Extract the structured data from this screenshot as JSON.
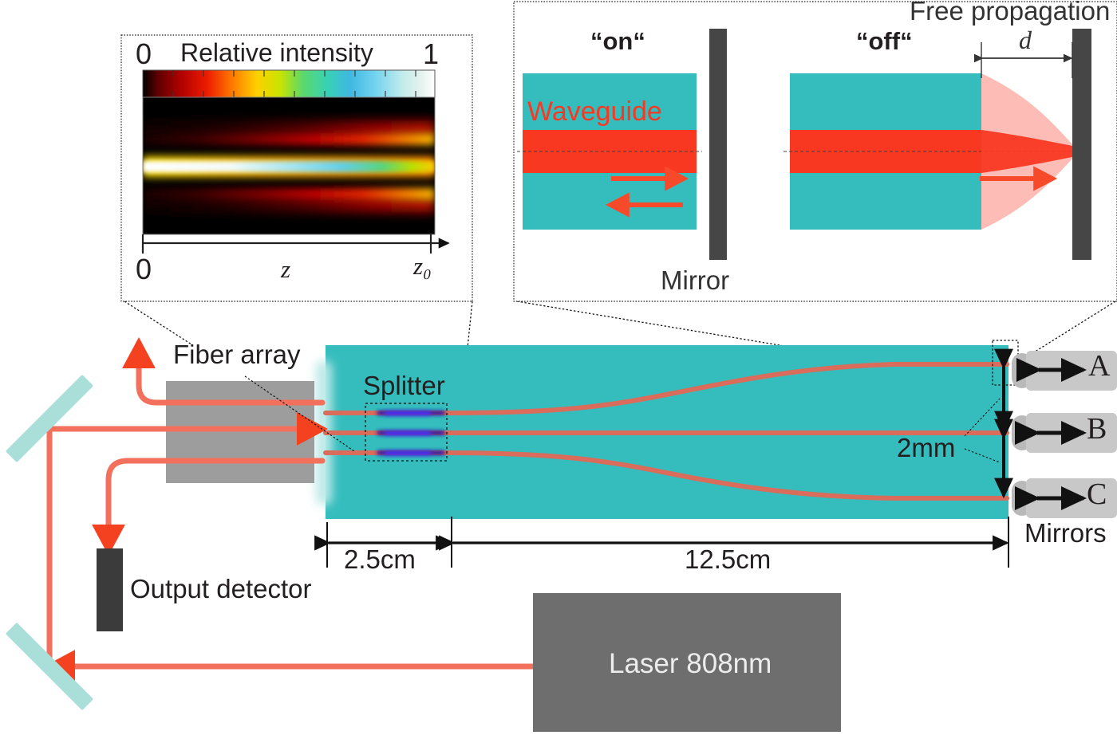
{
  "figure": {
    "type": "optical-setup-schematic",
    "title_visible": false
  },
  "intensity_inset": {
    "name": "relative-intensity-simulation",
    "colorbar_min_label": "0",
    "colorbar_max_label": "1",
    "colorbar_title": "Relative intensity",
    "axis_origin_label": "0",
    "axis_label": "z",
    "axis_end_label": "z₀",
    "colormap": [
      "#000000",
      "#3b0000",
      "#8c0000",
      "#d10000",
      "#f03000",
      "#ff7a00",
      "#ffc400",
      "#e8f000",
      "#9ae000",
      "#4fd86a",
      "#37d6b2",
      "#35b9e0",
      "#6fd2ef",
      "#b9ecea",
      "#e8f5ef",
      "#ffffff"
    ],
    "description": "Mode intensity along propagation distance z from 0 to z0"
  },
  "mirror_inset": {
    "name": "on-off-mirror-detail",
    "state_on_label": "“on“",
    "state_off_label": "“off“",
    "waveguide_label": "Waveguide",
    "mirror_label": "Mirror",
    "free_propagation_label": "Free propagation",
    "gap_label": "d",
    "chip_color": "#35bdbd",
    "waveguide_color": "#f93822",
    "mirror_color": "#464646"
  },
  "main": {
    "laser_label": "Laser 808nm",
    "output_detector_label": "Output detector",
    "fiber_array_label": "Fiber array",
    "splitter_label": "Splitter",
    "mirrors_label": "Mirrors",
    "pitch_label": "2mm",
    "dim_splitter_label": "2.5cm",
    "dim_chip_label": "12.5cm",
    "mirror_labels": [
      "A",
      "B",
      "C"
    ],
    "colors": {
      "chip": "#35bdbd",
      "beam": "#f2705c",
      "beam_arrow": "#f74a2a",
      "fiber_block": "#9d9d9d",
      "mirror_block": "#c8c8c8",
      "steering_mirror": "#a9ded9",
      "detector": "#3b3b3b",
      "laser_box": "#6e6e6e"
    }
  }
}
